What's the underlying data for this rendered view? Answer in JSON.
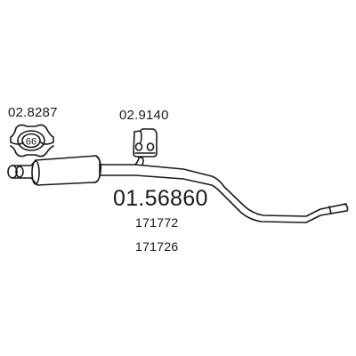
{
  "labels": {
    "clamp_part": "02.8287",
    "mount_part": "02.9140",
    "main_part": "01.56860",
    "ref_1": "171772",
    "ref_2": "171726"
  },
  "clamp_size": "66",
  "colors": {
    "stroke": "#1a1a1a",
    "background": "#ffffff"
  },
  "icons": [
    "clamp-icon",
    "rubber-mount-icon",
    "muffler-icon",
    "exhaust-pipe-icon"
  ]
}
